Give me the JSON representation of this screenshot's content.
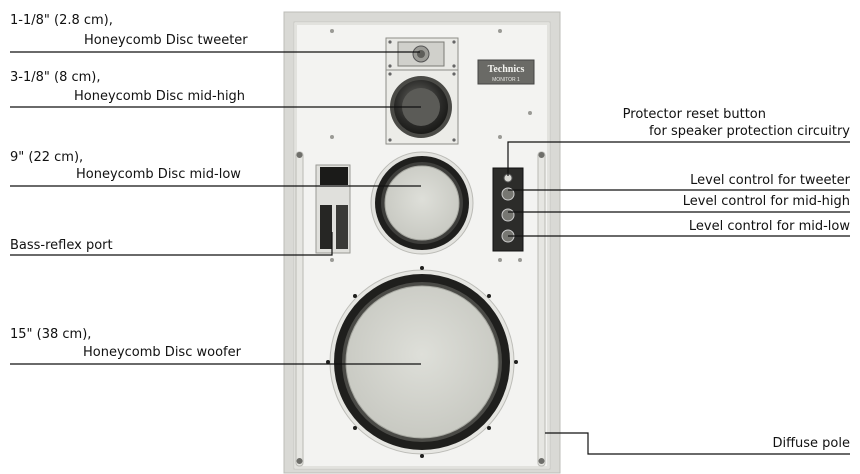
{
  "labels": {
    "tweeter": {
      "line1": "1-1/8\" (2.8 cm),",
      "line2": "Honeycomb Disc tweeter"
    },
    "midhigh": {
      "line1": "3-1/8\" (8 cm),",
      "line2": "Honeycomb Disc mid-high"
    },
    "midlow": {
      "line1": "9\" (22 cm),",
      "line2": "Honeycomb Disc mid-low"
    },
    "port": "Bass-reflex port",
    "woofer": {
      "line1": "15\" (38 cm),",
      "line2": "Honeycomb Disc woofer"
    },
    "protector": {
      "line1": "Protector reset button",
      "line2": "for speaker protection circuitry"
    },
    "level_tweeter": "Level control for tweeter",
    "level_midhigh": "Level control for mid-high",
    "level_midlow": "Level control for mid-low",
    "diffuse_pole": "Diffuse pole"
  },
  "badge": {
    "brand": "Technics",
    "model": "MONITOR 1"
  },
  "colors": {
    "cabinet": "#f1f1ef",
    "frame": "#d6d6d2",
    "cone_dark": "#2a2a28",
    "cone_light": "#d4d5cf"
  }
}
